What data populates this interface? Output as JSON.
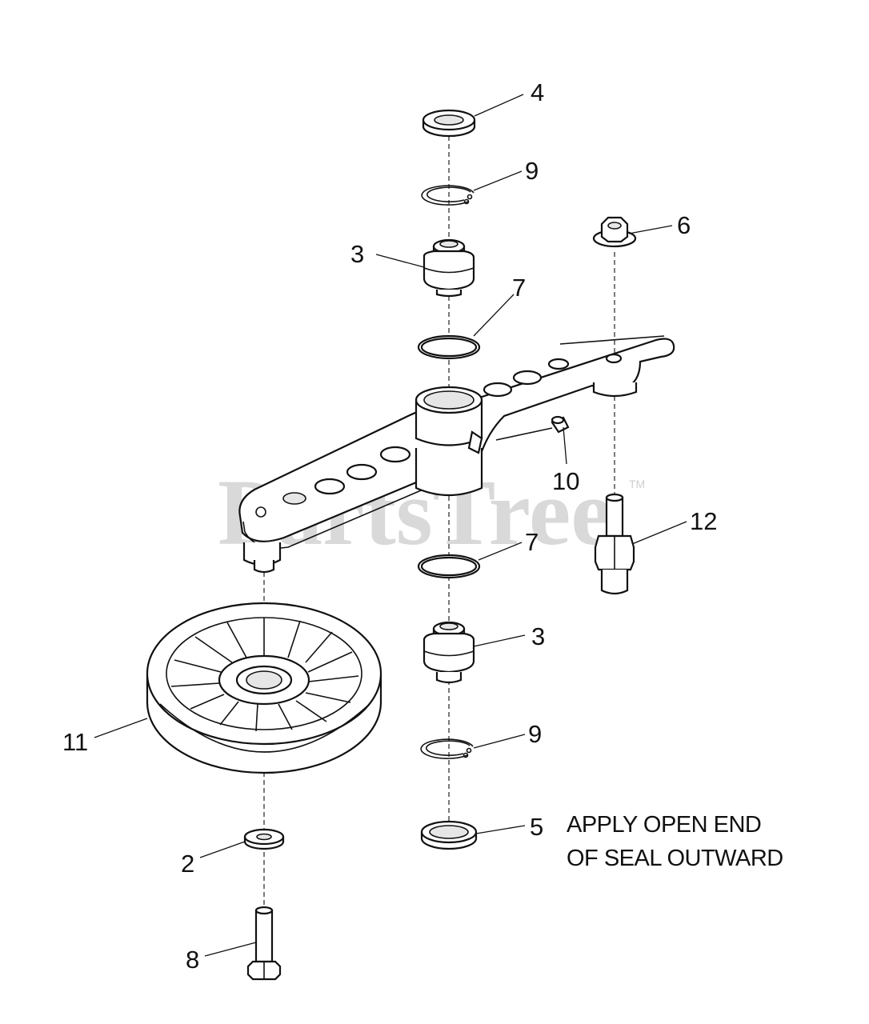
{
  "watermark": {
    "text": "PartsTree",
    "trademark": "TM"
  },
  "callouts": {
    "c4": "4",
    "c9_top": "9",
    "c6": "6",
    "c3_top": "3",
    "c7_top": "7",
    "c10": "10",
    "c12": "12",
    "c7_mid": "7",
    "c3_bottom": "3",
    "c11": "11",
    "c9_bottom": "9",
    "c5": "5",
    "c2": "2",
    "c8": "8"
  },
  "note": {
    "line1": "APPLY OPEN END",
    "line2": "OF SEAL OUTWARD"
  },
  "colors": {
    "line": "#111111",
    "watermark": "#d9d9d9"
  }
}
